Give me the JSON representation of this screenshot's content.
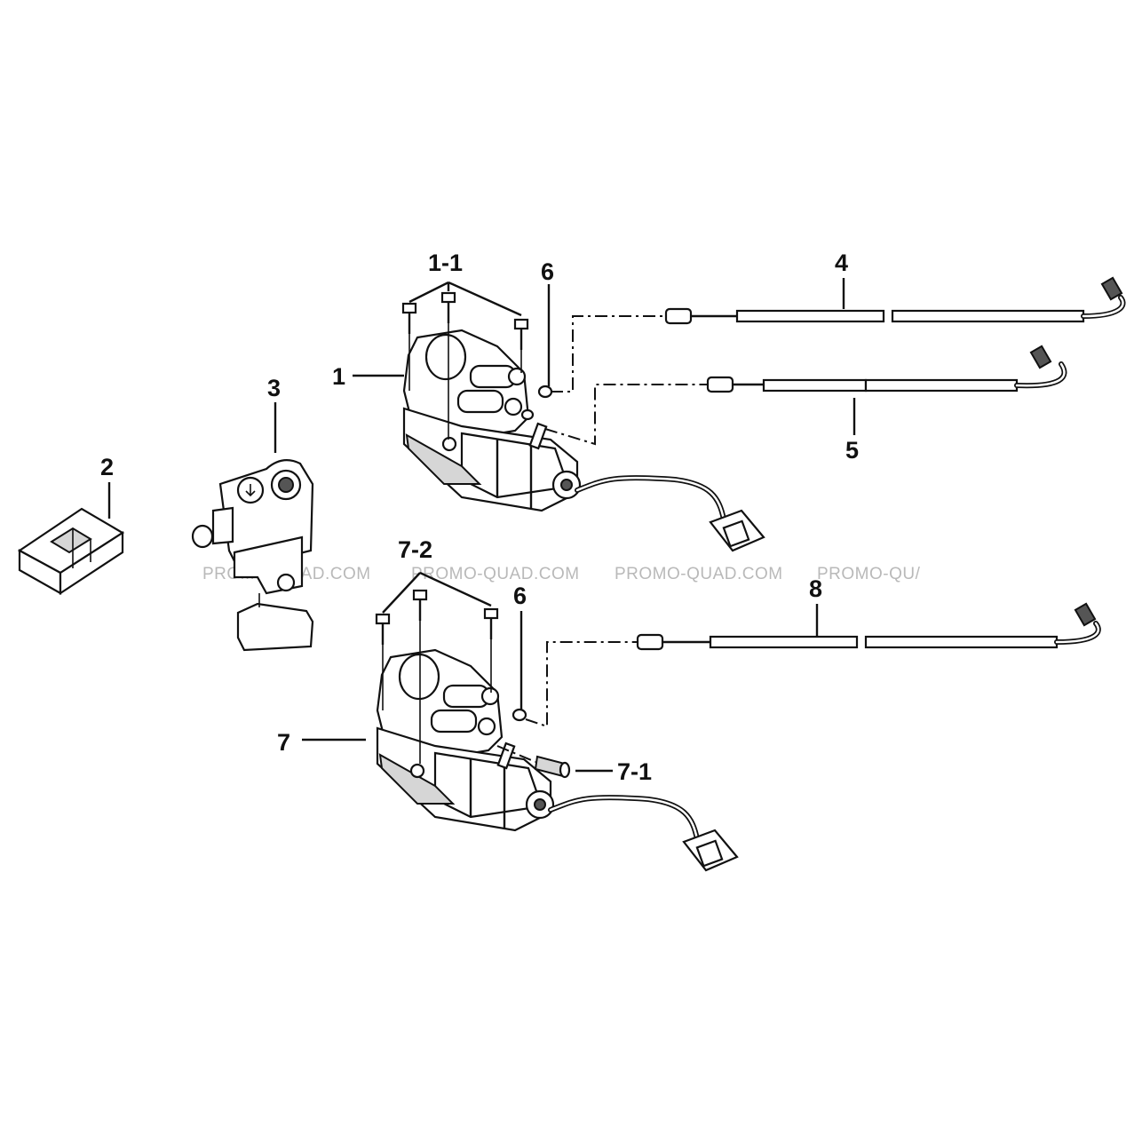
{
  "callouts": {
    "c1": "1",
    "c1_1": "1-1",
    "c2": "2",
    "c3": "3",
    "c4": "4",
    "c5": "5",
    "c6_top": "6",
    "c6_bottom": "6",
    "c7": "7",
    "c7_1": "7-1",
    "c7_2": "7-2",
    "c8": "8"
  },
  "watermarks": {
    "w1": "PROMO-QUAD.COM",
    "w2": "PROMO-QUAD.COM",
    "w3": "PROMO-QUAD.COM",
    "w4": "PROMO-QU/"
  },
  "icons": {
    "bolt": "bolt-icon",
    "washer": "washer-icon",
    "actuator": "actuator-motor-icon",
    "cable": "control-cable-icon",
    "relay": "relay-box-icon",
    "switch": "selector-switch-icon"
  }
}
